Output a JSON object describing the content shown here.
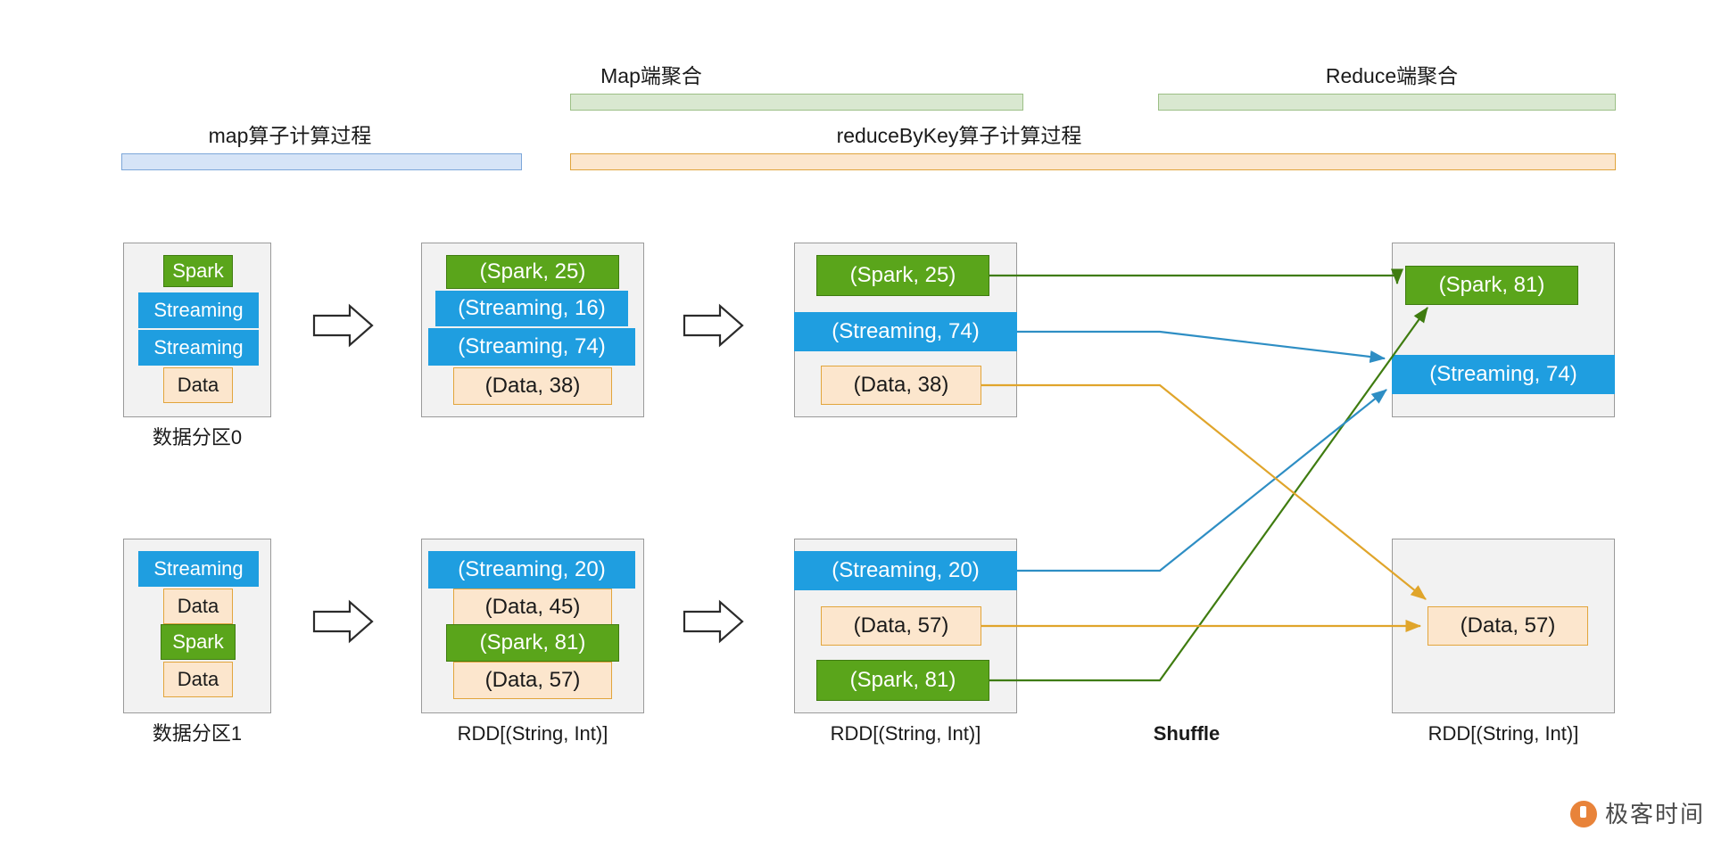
{
  "headers": {
    "map_stage": {
      "label": "map算子计算过程",
      "bar_color": "#d6e4f7"
    },
    "reduce_stage": {
      "label": "reduceByKey算子计算过程",
      "bar_color": "#fce6cd"
    },
    "map_side": {
      "label": "Map端聚合",
      "bar_color": "#d9e8d0"
    },
    "reduce_side": {
      "label": "Reduce端聚合",
      "bar_color": "#d9e8d0"
    }
  },
  "colors": {
    "green": "#5aa51b",
    "blue": "#1f9ee0",
    "orange_fill": "#fce6cd",
    "orange_border": "#e2a53c",
    "container_fill": "#f2f2f2",
    "container_border": "#9a9a9a",
    "arrow_green": "#3f7c10",
    "arrow_blue": "#2e8ec4",
    "arrow_orange": "#e0a52b"
  },
  "columns": [
    {
      "id": "source-partitions",
      "caption_top": "数据分区0",
      "caption_bottom": "数据分区1",
      "top_cells": [
        {
          "text": "Spark",
          "kind": "green"
        },
        {
          "text": "Streaming",
          "kind": "blue"
        },
        {
          "text": "Streaming",
          "kind": "blue"
        },
        {
          "text": "Data",
          "kind": "orange"
        }
      ],
      "bottom_cells": [
        {
          "text": "Streaming",
          "kind": "blue"
        },
        {
          "text": "Data",
          "kind": "orange"
        },
        {
          "text": "Spark",
          "kind": "green"
        },
        {
          "text": "Data",
          "kind": "orange"
        }
      ]
    },
    {
      "id": "mapped-rdd",
      "caption_top": "",
      "caption_bottom": "RDD[(String, Int)]",
      "top_cells": [
        {
          "text": "(Spark, 25)",
          "kind": "green"
        },
        {
          "text": "(Streaming, 16)",
          "kind": "blue"
        },
        {
          "text": "(Streaming, 74)",
          "kind": "blue"
        },
        {
          "text": "(Data, 38)",
          "kind": "orange"
        }
      ],
      "bottom_cells": [
        {
          "text": "(Streaming, 20)",
          "kind": "blue"
        },
        {
          "text": "(Data, 45)",
          "kind": "orange"
        },
        {
          "text": "(Spark, 81)",
          "kind": "green"
        },
        {
          "text": "(Data, 57)",
          "kind": "orange"
        }
      ]
    },
    {
      "id": "map-side-aggregated-rdd",
      "caption_top": "",
      "caption_bottom": "RDD[(String, Int)]",
      "top_cells": [
        {
          "text": "(Spark, 25)",
          "kind": "green"
        },
        {
          "text": "(Streaming, 74)",
          "kind": "blue"
        },
        {
          "text": "(Data, 38)",
          "kind": "orange"
        }
      ],
      "bottom_cells": [
        {
          "text": "(Streaming, 20)",
          "kind": "blue"
        },
        {
          "text": "(Data, 57)",
          "kind": "orange"
        },
        {
          "text": "(Spark, 81)",
          "kind": "green"
        }
      ]
    },
    {
      "id": "reduce-side-aggregated-rdd",
      "caption_top": "",
      "caption_bottom": "RDD[(String, Int)]",
      "top_cells": [
        {
          "text": "(Spark, 81)",
          "kind": "green"
        },
        {
          "text": "(Streaming, 74)",
          "kind": "blue"
        }
      ],
      "bottom_cells": [
        {
          "text": "(Data, 57)",
          "kind": "orange"
        }
      ]
    }
  ],
  "shuffle": {
    "label": "Shuffle"
  },
  "brand": {
    "text": "极客时间"
  }
}
